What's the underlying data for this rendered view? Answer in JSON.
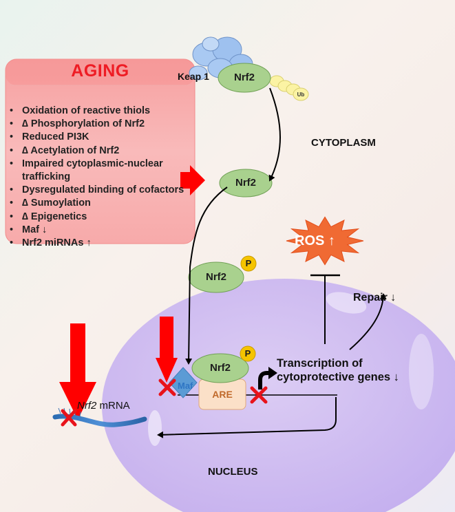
{
  "aging": {
    "title": "AGING",
    "items": [
      "Oxidation of reactive thiols",
      "∆ Phosphorylation of Nrf2",
      "Reduced PI3K",
      "∆ Acetylation of Nrf2",
      "Impaired cytoplasmic-nuclear trafficking",
      "Dysregulated binding of cofactors",
      "∆ Sumoylation",
      "∆ Epigenetics",
      "Maf ↓",
      "Nrf2 miRNAs ↑"
    ]
  },
  "labels": {
    "keap1": "Keap 1",
    "ub": "Ub",
    "nrf2": "Nrf2",
    "p": "P",
    "cytoplasm": "CYTOPLASM",
    "nucleus": "NUCLEUS",
    "ros": "ROS ↑",
    "repair": "Repair ↓",
    "transcription_line1": "Transcription of",
    "transcription_line2": "cytoprotective genes ↓",
    "maf": "Maf",
    "are": "ARE",
    "mrna_italic": "Nrf2",
    "mrna_suffix": " mRNA"
  },
  "colors": {
    "aging_red": "#ee1c24",
    "aging_box": "#f8a9a9",
    "nrf2_green": "#a9d18e",
    "phosphate_yellow": "#f5c400",
    "keap1_blue": "#9ec1ef",
    "ub_yellow": "#fbf3a4",
    "nucleus_purple": "#c8b3f2",
    "ros_orange": "#f06a33",
    "maf_blue": "#5b9bd5",
    "are_peach": "#fbe0c8"
  }
}
